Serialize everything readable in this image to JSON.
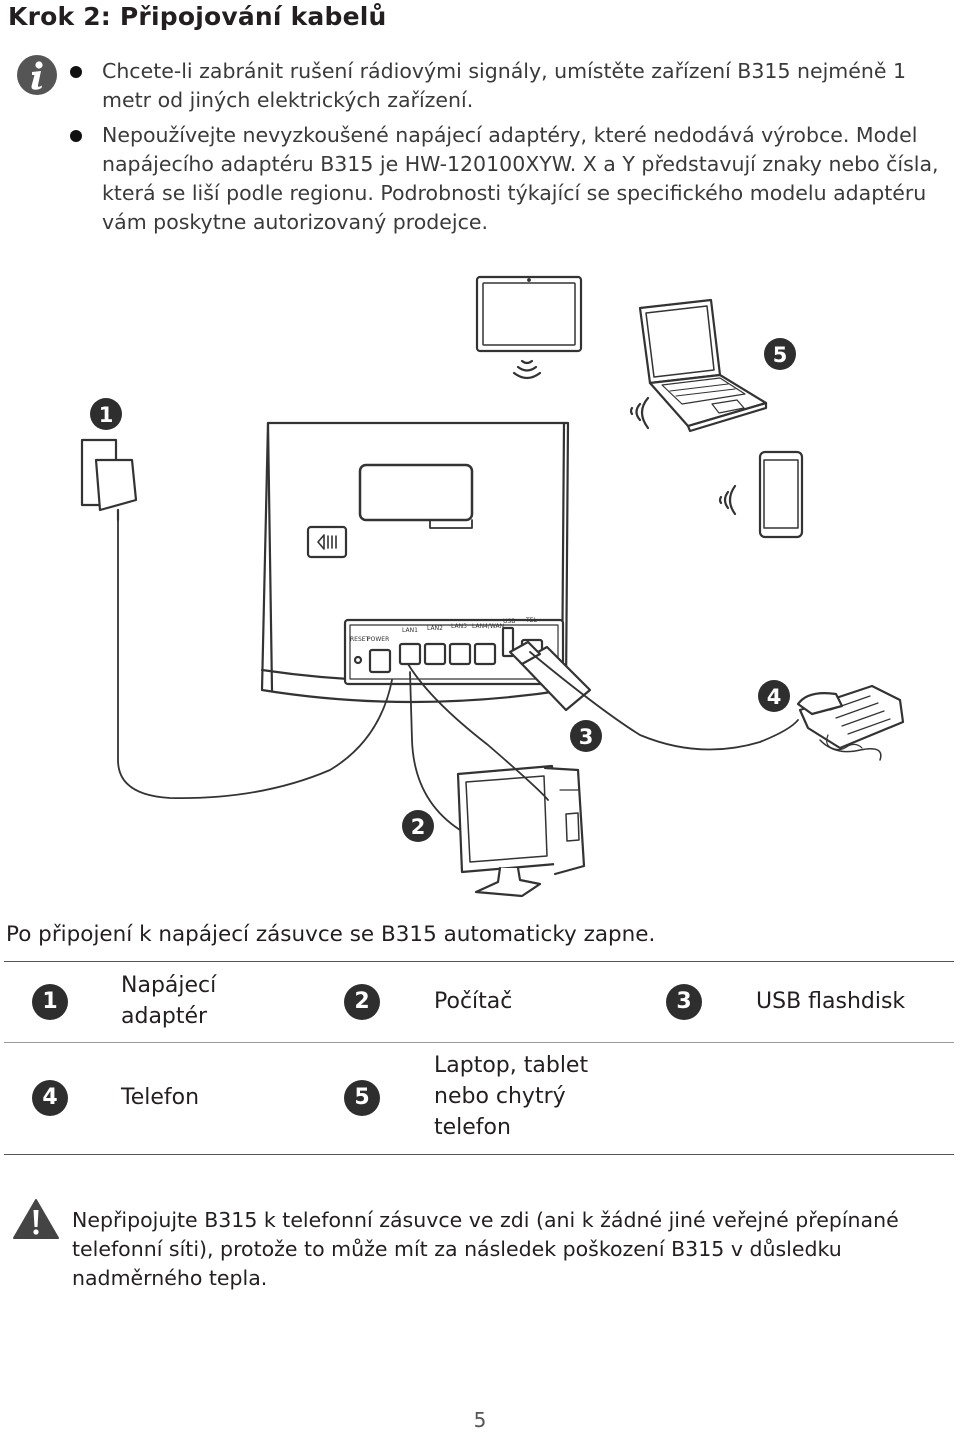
{
  "title": "Krok 2: Připojování kabelů",
  "notes": [
    "Chcete-li zabránit rušení rádiovými signály, umístěte zařízení B315 nejméně 1 metr od jiných elektrických zařízení.",
    "Nepoužívejte nevyzkoušené napájecí adaptéry, které nedodává výrobce. Model napájecího adaptéru B315 je HW-120100XYW. X a Y představují znaky nebo čísla, která se liší podle regionu. Podrobnosti týkající se specifického modelu adaptéru vám poskytne autorizovaný prodejce."
  ],
  "illustration": {
    "callouts": [
      "1",
      "2",
      "3",
      "4",
      "5"
    ],
    "port_labels": [
      "RESET",
      "POWER",
      "LAN1",
      "LAN2",
      "LAN3",
      "LAN4/WAN",
      "USB",
      "TEL"
    ]
  },
  "caption": "Po připojení k napájecí zásuvce se B315 automaticky zapne.",
  "legend": [
    {
      "num": "1",
      "label": "Napájecí adaptér"
    },
    {
      "num": "2",
      "label": "Počítač"
    },
    {
      "num": "3",
      "label": "USB flashdisk"
    },
    {
      "num": "4",
      "label": "Telefon"
    },
    {
      "num": "5",
      "label": "Laptop, tablet nebo chytrý telefon"
    }
  ],
  "warning": "Nepřipojujte B315 k telefonní zásuvce ve zdi (ani k žádné jiné veřejné přepínané telefonní síti), protože to může mít za následek poškození B315 v důsledku nadměrného tepla.",
  "page_number": "5",
  "icons": {
    "info": "info-icon",
    "warning": "warning-icon",
    "bullet": "bullet-dot-icon"
  }
}
